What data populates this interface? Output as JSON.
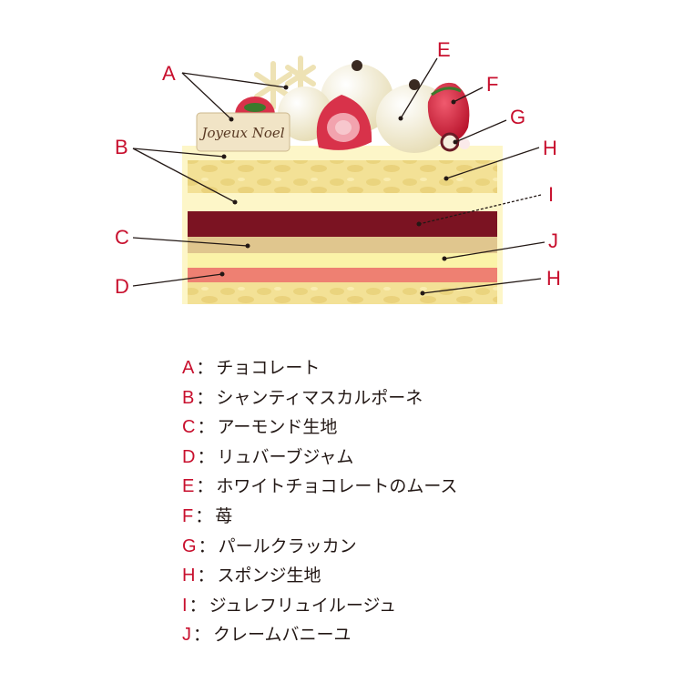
{
  "plaque_text": "Joyeux Noel",
  "callouts": [
    "A",
    "B",
    "C",
    "D",
    "E",
    "F",
    "G",
    "H",
    "I",
    "J",
    "H"
  ],
  "legend": [
    {
      "key": "A",
      "label": "チョコレート"
    },
    {
      "key": "B",
      "label": "シャンティマスカルポーネ"
    },
    {
      "key": "C",
      "label": "アーモンド生地"
    },
    {
      "key": "D",
      "label": "リュバーブジャム"
    },
    {
      "key": "E",
      "label": "ホワイトチョコレートのムース"
    },
    {
      "key": "F",
      "label": "苺"
    },
    {
      "key": "G",
      "label": "パールクラッカン"
    },
    {
      "key": "H",
      "label": "スポンジ生地"
    },
    {
      "key": "I",
      "label": "ジュレフリュイルージュ"
    },
    {
      "key": "J",
      "label": "クレームバニーユ"
    }
  ],
  "separator": "：",
  "colors": {
    "accent": "#c8102e",
    "sponge": "#f3e196",
    "cream": "#fdf6c8",
    "jam_red": "#7b1322",
    "almond": "#e0c68e",
    "rhubarb": "#ee8072",
    "white_chocolate": "#f4efd6",
    "strawberry": "#d8324a"
  }
}
